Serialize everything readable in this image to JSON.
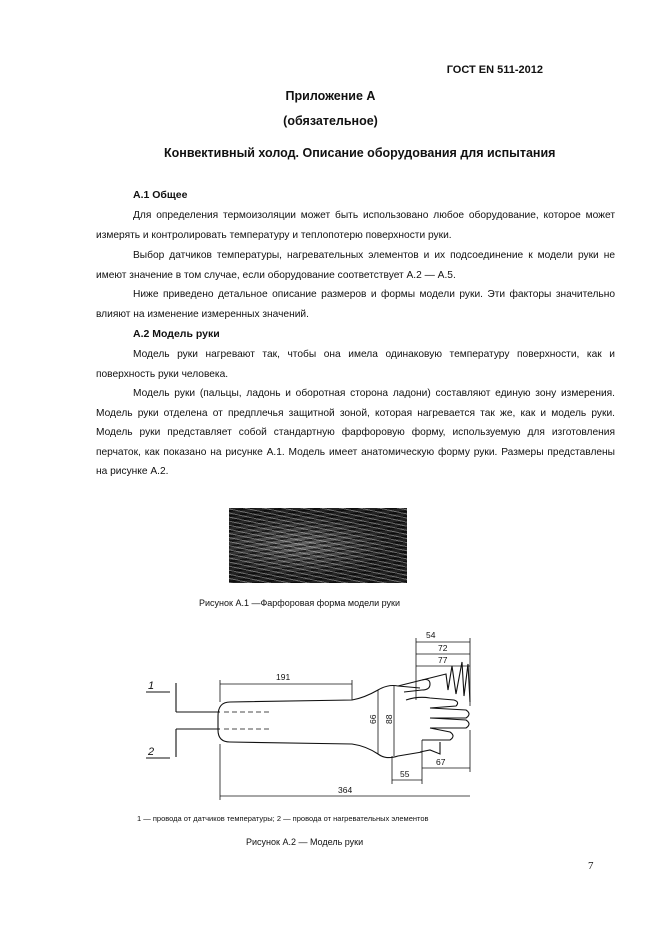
{
  "header": {
    "standard": "ГОСТ EN 511-2012"
  },
  "appendix": {
    "title": "Приложение А",
    "status": "(обязательное)"
  },
  "doc_title": "Конвективный холод. Описание оборудования для испытания",
  "sections": [
    {
      "heading": "А.1 Общее",
      "paragraphs": [
        "Для определения термоизоляции может быть использовано любое оборудование, которое может измерять и контролировать температуру и теплопотерю поверхности руки.",
        "Выбор датчиков температуры, нагревательных элементов и их подсоединение к модели руки не имеют значение в том случае, если оборудование соответствует А.2 — А.5.",
        "Ниже приведено детальное описание размеров и формы модели руки. Эти факторы значительно влияют на изменение измеренных значений."
      ]
    },
    {
      "heading": "А.2 Модель руки",
      "paragraphs": [
        "Модель руки нагревают так, чтобы она имела одинаковую температуру поверхности, как и поверхность руки человека.",
        "Модель руки (пальцы, ладонь и оборотная сторона ладони) составляют единую зону измерения. Модель руки отделена от предплечья защитной зоной, которая нагревается так же, как и модель руки. Модель руки представляет собой стандартную фарфоровую форму, используемую для изготовления перчаток, как показано на рисунке А.1. Модель имеет анатомическую форму руки. Размеры представлены на рисунке А.2."
      ]
    }
  ],
  "figure1": {
    "caption": "Рисунок А.1 —Фарфоровая форма модели руки"
  },
  "figure2": {
    "caption": "Рисунок А.2 — Модель руки",
    "legend": "1 — провода от датчиков температуры; 2 — провода от нагревательных элементов",
    "callouts": [
      "1",
      "2"
    ],
    "dimensions": [
      "54",
      "72",
      "77",
      "191",
      "66",
      "88",
      "67",
      "55",
      "364"
    ]
  },
  "page_number": "7"
}
